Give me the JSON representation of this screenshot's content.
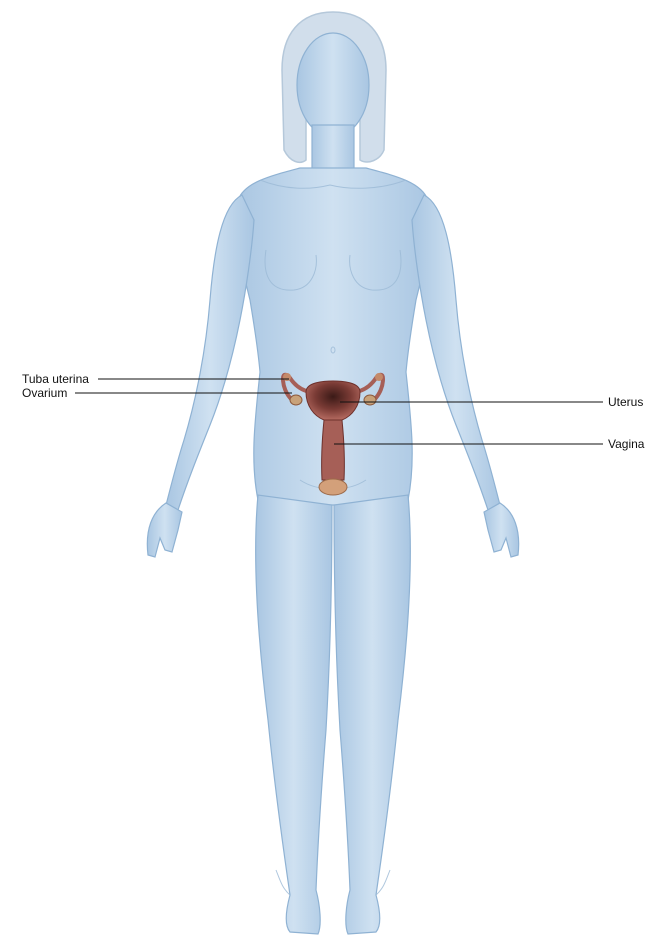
{
  "labels": {
    "tuba_uterina": "Tuba uterina",
    "ovarium": "Ovarium",
    "uterus": "Uterus",
    "vagina": "Vagina"
  },
  "colors": {
    "background": "#ffffff",
    "body_fill": "#b9d3ea",
    "body_stroke": "#8fb2d3",
    "organ": "#a65f57",
    "organ_dark": "#5a2a26",
    "ovary": "#c8a27a",
    "leader_line": "#111111"
  }
}
